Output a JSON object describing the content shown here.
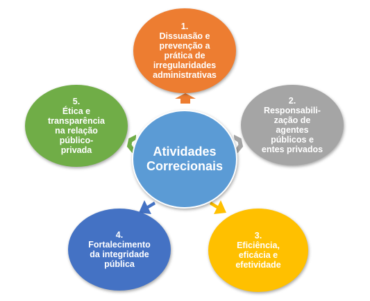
{
  "center": {
    "label": "Atividades\nCorrecionais",
    "color": "#5b9bd5"
  },
  "nodes": [
    {
      "label": "1.\nDissuasão e\nprevenção a\nprática de\nirregularidades\nadministrativas",
      "color": "#ed7d31"
    },
    {
      "label": "2.\nResponsabili-\nzação de\nagentes\npúblicos e\nentes privados",
      "color": "#a5a5a5"
    },
    {
      "label": "3.\nEficiência,\neficácia e\nefetividade",
      "color": "#ffc000"
    },
    {
      "label": "4.\nFortalecimento\nda integridade\npública",
      "color": "#4472c4"
    },
    {
      "label": "5.\nÉtica e\ntransparência\nna relação\npúblico-\nprivada",
      "color": "#70ad47"
    }
  ]
}
